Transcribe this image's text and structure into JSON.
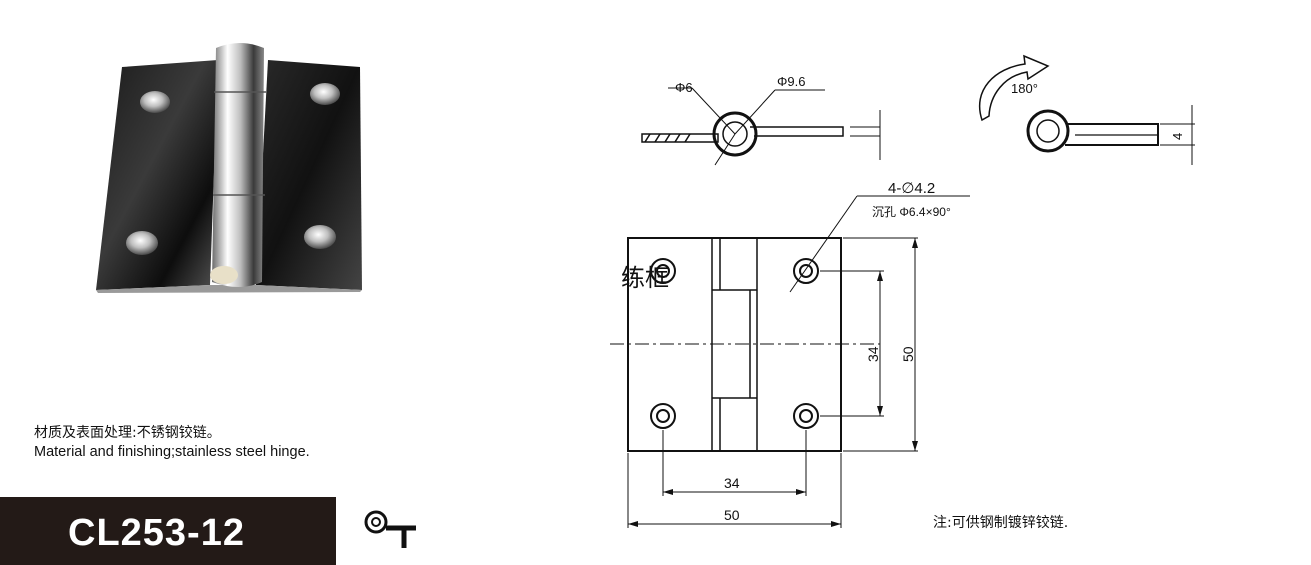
{
  "product": {
    "code": "CL253-12",
    "description_cn": "材质及表面处理:不锈钢铰链。",
    "description_en": "Material and finishing;stainless steel hinge.",
    "note_cn": "注:可供钢制镀锌铰链."
  },
  "drawing": {
    "inner_diameter": "Φ6",
    "outer_diameter": "Φ9.6",
    "rotation": "180°",
    "thickness": "4",
    "holes": "4-∅4.2",
    "countersink": "沉孔 Φ6.4×90°",
    "hole_spacing_v": "34",
    "height": "50",
    "hole_spacing_h": "34",
    "width": "50",
    "watermark": "练框"
  },
  "colors": {
    "code_bar": "#231a17",
    "ink": "#111111"
  },
  "icons": [
    "hinge-photo",
    "hinge-side-profile-icon",
    "rotation-arrow-icon",
    "hinge-type-symbol-icon"
  ]
}
